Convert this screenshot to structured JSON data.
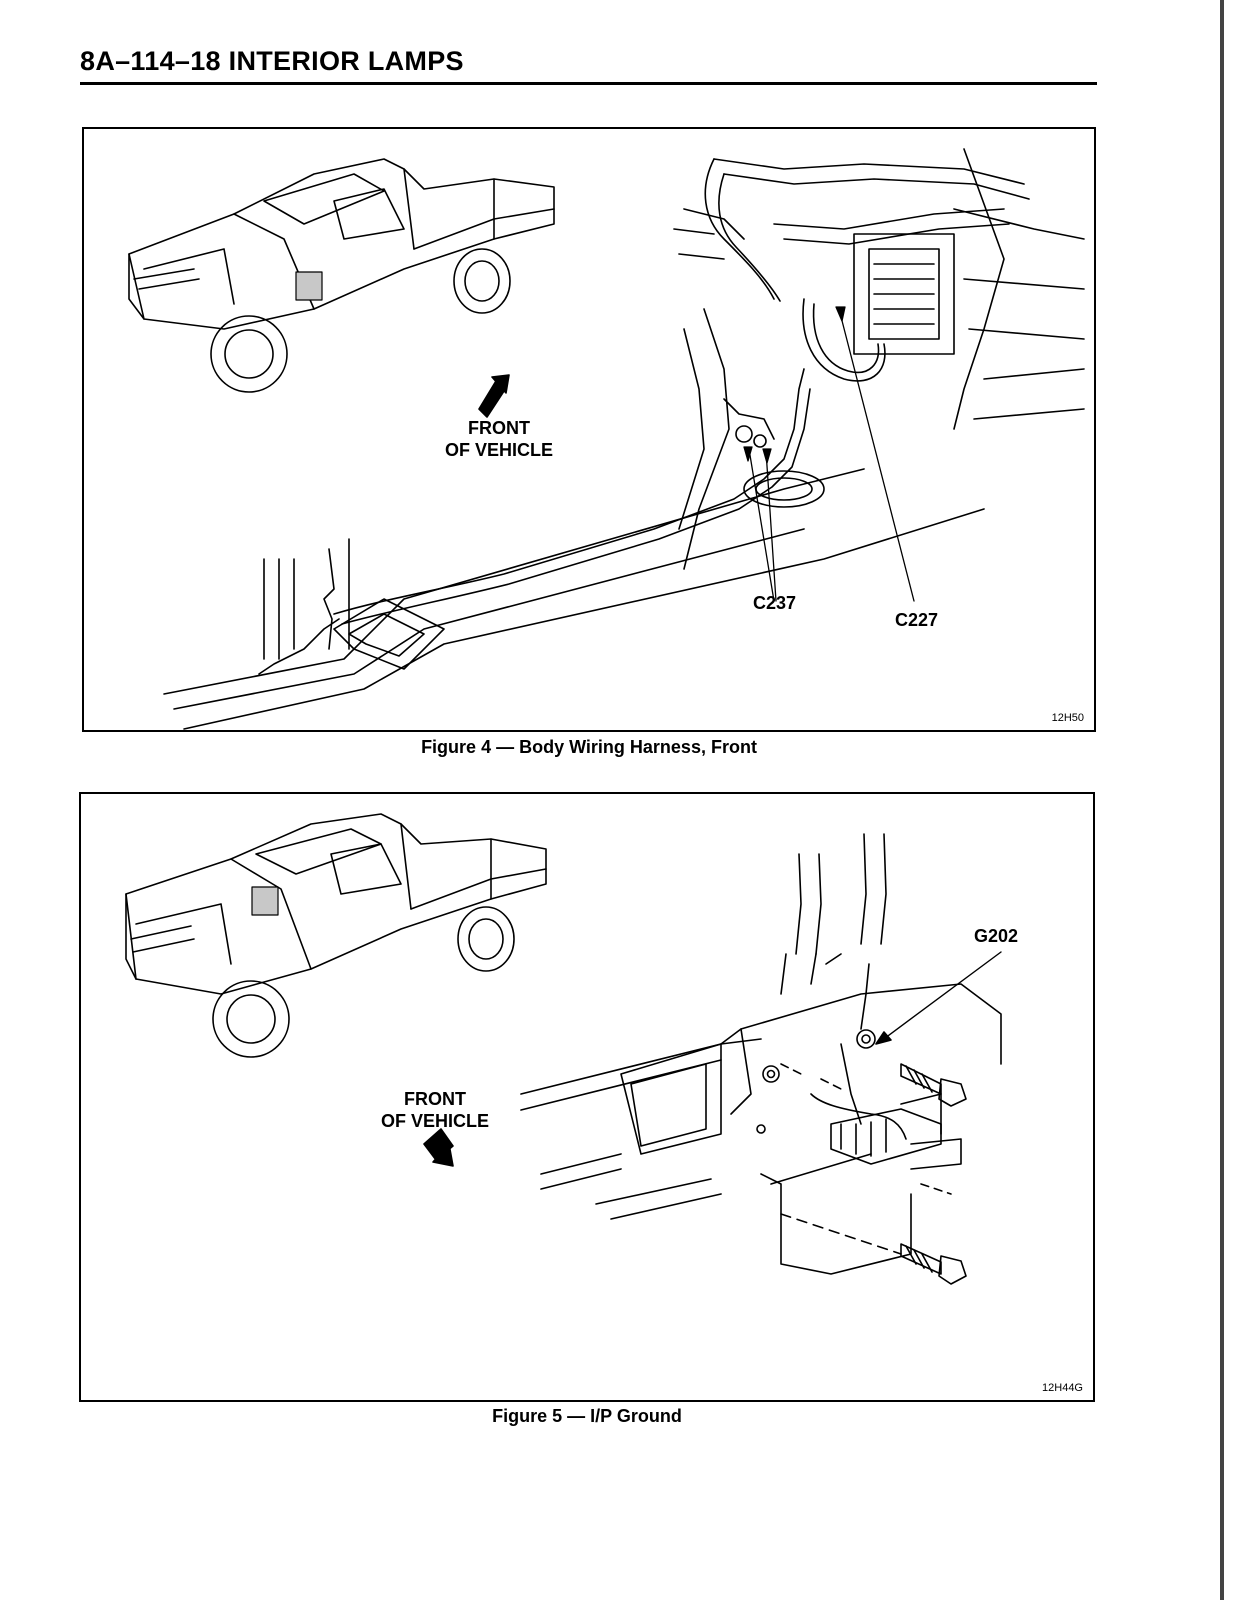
{
  "header": {
    "title": "8A–114–18  INTERIOR LAMPS"
  },
  "figure4": {
    "code": "12H50",
    "front_label_line1": "FRONT",
    "front_label_line2": "OF VEHICLE",
    "callouts": {
      "c237": "C237",
      "c227": "C227"
    },
    "caption": "Figure 4 — Body Wiring Harness, Front"
  },
  "figure5": {
    "code": "12H44G",
    "front_label_line1": "FRONT",
    "front_label_line2": "OF VEHICLE",
    "callouts": {
      "g202": "G202"
    },
    "caption": "Figure 5 — I/P Ground"
  }
}
